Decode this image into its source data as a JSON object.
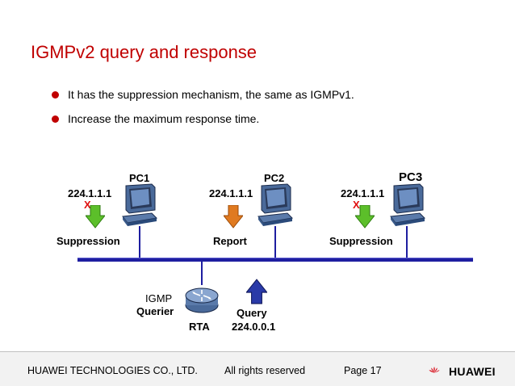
{
  "slide": {
    "title": "IGMPv2 query and response",
    "bullets": [
      "It has the suppression mechanism, the same as IGMPv1.",
      "Increase the maximum response time."
    ]
  },
  "diagram": {
    "pcs": [
      {
        "name": "PC1",
        "ip": "224.1.1.1",
        "status": "Suppression",
        "mark": "X",
        "arrow_color": "#5cbf2a"
      },
      {
        "name": "PC2",
        "ip": "224.1.1.1",
        "status": "Report",
        "mark": "",
        "arrow_color": "#e07a20"
      },
      {
        "name": "PC3",
        "ip": "224.1.1.1",
        "status": "Suppression",
        "mark": "X",
        "arrow_color": "#5cbf2a"
      }
    ],
    "router": {
      "name": "RTA",
      "role_line1": "IGMP",
      "role_line2": "Querier"
    },
    "query": {
      "label": "Query",
      "address": "224.0.0.1",
      "arrow_color": "#2a3aa8"
    },
    "bus_color": "#1e1ea0"
  },
  "footer": {
    "company": "HUAWEI TECHNOLOGIES CO., LTD.",
    "rights": "All rights reserved",
    "page": "Page 17",
    "logo_text": "HUAWEI"
  }
}
